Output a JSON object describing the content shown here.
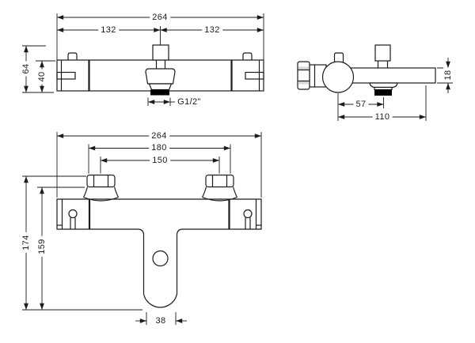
{
  "views": {
    "front": {
      "dims": {
        "overall_width": "264",
        "left_half": "132",
        "right_half": "132",
        "total_height": "64",
        "body_height": "40",
        "outlet_thread": "G1/2\""
      }
    },
    "side": {
      "dims": {
        "bar_thickness": "18",
        "knob_to_outlet": "57",
        "total_depth": "110"
      }
    },
    "front_spout": {
      "dims": {
        "overall_width": "264",
        "inlet_outer_width": "180",
        "inlet_centres": "150",
        "total_height": "174",
        "height_to_nut_base": "159",
        "spout_width": "38"
      }
    },
    "colors": {
      "line": "#1c1c1c",
      "seal": "#000000",
      "background": "#ffffff"
    }
  }
}
